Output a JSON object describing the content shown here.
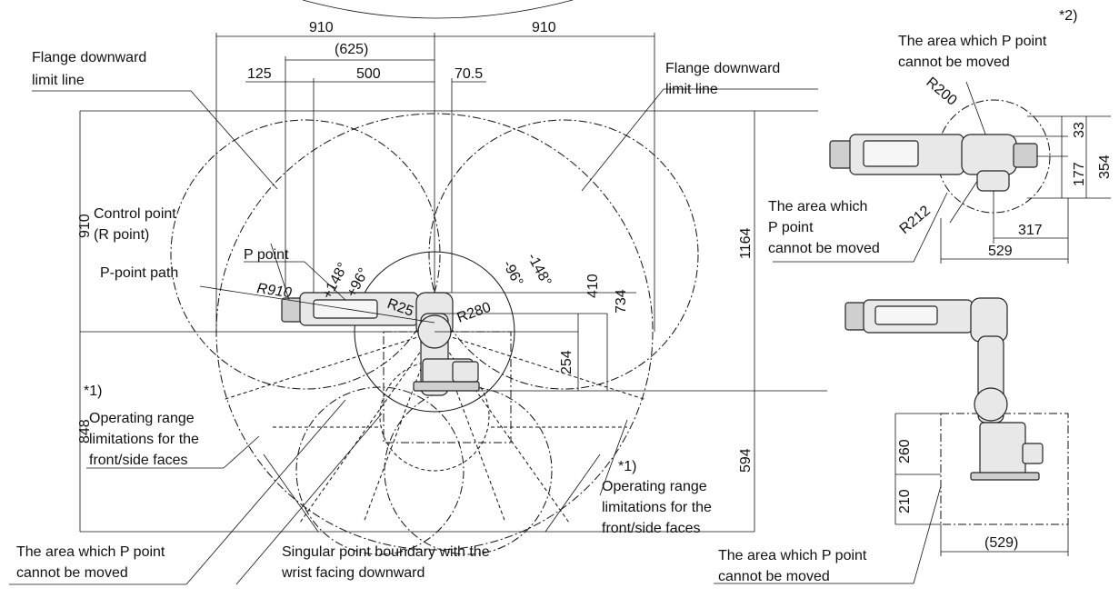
{
  "labels": {
    "flange_limit_left_1": "Flange downward",
    "flange_limit_left_2": "limit line",
    "flange_limit_right_1": "Flange downward",
    "flange_limit_right_2": "limit line",
    "control_point_1": "Control point",
    "control_point_2": "(R point)",
    "p_point": "P point",
    "p_point_path": "P-point path",
    "note2_mark": "*2)",
    "note2_text_1": "The area which P point",
    "note2_text_2": "cannot be moved",
    "top_area_1": "The area which",
    "top_area_2": "P point",
    "top_area_3": "cannot be moved",
    "note1_left_mark": "*1)",
    "note1_left_1": "Operating range",
    "note1_left_2": "limitations for the",
    "note1_left_3": "front/side faces",
    "note1_right_mark": "*1)",
    "note1_right_1": "Operating range",
    "note1_right_2": "limitations for the",
    "note1_right_3": "front/side faces",
    "bottom_area_left_1": "The area which P point",
    "bottom_area_left_2": "cannot be moved",
    "singular_1": "Singular point boundary with the",
    "singular_2": "wrist facing downward",
    "bottom_area_right_1": "The area which P point",
    "bottom_area_right_2": "cannot be moved"
  },
  "dimensions": {
    "d910_left": "910",
    "d910_right": "910",
    "d625": "(625)",
    "d125": "125",
    "d500": "500",
    "d70_5": "70.5",
    "d910_vert": "910",
    "d848": "848",
    "d1164": "1164",
    "d594": "594",
    "d410": "410",
    "d734": "734",
    "d254": "254",
    "r910": "R910",
    "r25": "R25",
    "r280": "R280",
    "a_p148": "+148°",
    "a_p96": "+96°",
    "a_m96": "-96°",
    "a_m148": "-148°",
    "r200": "R200",
    "r212": "R212",
    "d33": "33",
    "d354": "354",
    "d177": "177",
    "d317": "317",
    "d529": "529",
    "d260": "260",
    "d210": "210",
    "d529p": "(529)"
  }
}
